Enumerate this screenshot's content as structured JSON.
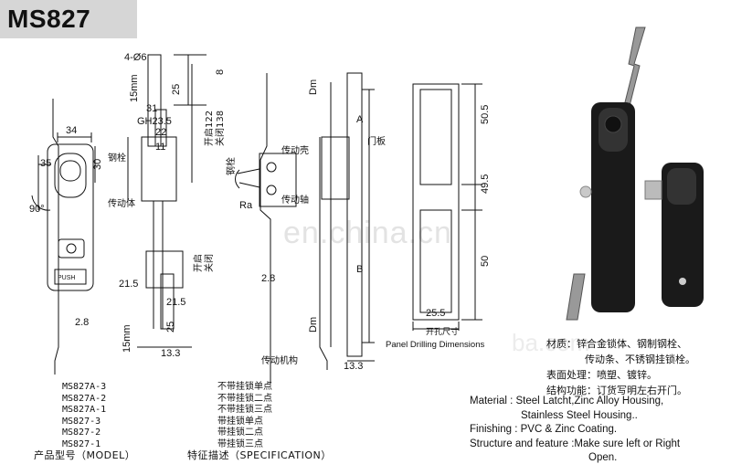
{
  "header": {
    "title": "MS827"
  },
  "drawing_labels": {
    "holes": "4-Ø6",
    "d15mm_top": "15mm",
    "d25_top": "25",
    "d8": "8",
    "d31": "31",
    "gh": "GH23.5",
    "d22": "22",
    "d11": "11",
    "open122": "开启122",
    "close138": "关闭138",
    "d34": "34",
    "d35": "35",
    "d30": "30",
    "d90": "90°",
    "steel_bolt": "钢栓",
    "drive_body": "传动体",
    "drive_shell": "传动壳",
    "steel_bolt2": "钢栓",
    "drive_shaft": "传动轴",
    "ra": "Ra",
    "door_panel": "门板",
    "dm_top": "Dm",
    "dim_a": "A",
    "dim_b": "B",
    "dm_bottom": "Dm",
    "open_lower": "开启",
    "close_lower": "关闭",
    "d2_8a": "2.8",
    "d21_5a": "21.5",
    "d21_5b": "21.5",
    "d2_8b": "2.8",
    "d15mm_bottom": "15mm",
    "d25_bottom": "25",
    "d13_3a": "13.3",
    "d13_3b": "13.3",
    "mechanism": "传动机构",
    "d50_5": "50.5",
    "d49_5": "49.5",
    "d50": "50",
    "d25_5": "25.5",
    "push": "PUSH"
  },
  "panel_caption": {
    "cn": "开孔尺寸",
    "en": "Panel Drilling Dimensions"
  },
  "models": [
    "MS827A-3",
    "MS827A-2",
    "MS827A-1",
    "MS827-3",
    "MS827-2",
    "MS827-1"
  ],
  "specs": [
    "不带挂锁单点",
    "不带挂锁二点",
    "不带挂锁三点",
    "带挂锁单点",
    "带挂锁二点",
    "带挂锁三点"
  ],
  "captions": {
    "model": "产品型号（MODEL）",
    "spec": "特征描述（SPECIFICATION）"
  },
  "cn_notes": {
    "material_1": "材质：锌合金锁体、钢制钢栓、",
    "material_2": "传动条、不锈钢挂锁栓。",
    "finish": "表面处理：喷塑、镀锌。",
    "structure": "结构功能：订货写明左右开门。"
  },
  "en_notes": {
    "material_1": "Material : Steel Latcht,Zinc Alloy Housing,",
    "material_2": "Stainless Steel Housing..",
    "finish": "Finishing :  PVC & Zinc  Coating.",
    "structure_1": "Structure and feature :Make sure left or Right",
    "structure_2": "Open."
  },
  "watermark": {
    "main": "en.china.cn",
    "secondary": "ba.com"
  },
  "colors": {
    "badge": "#d6d6d6",
    "line": "#111111",
    "product": "#1a1a1a"
  }
}
